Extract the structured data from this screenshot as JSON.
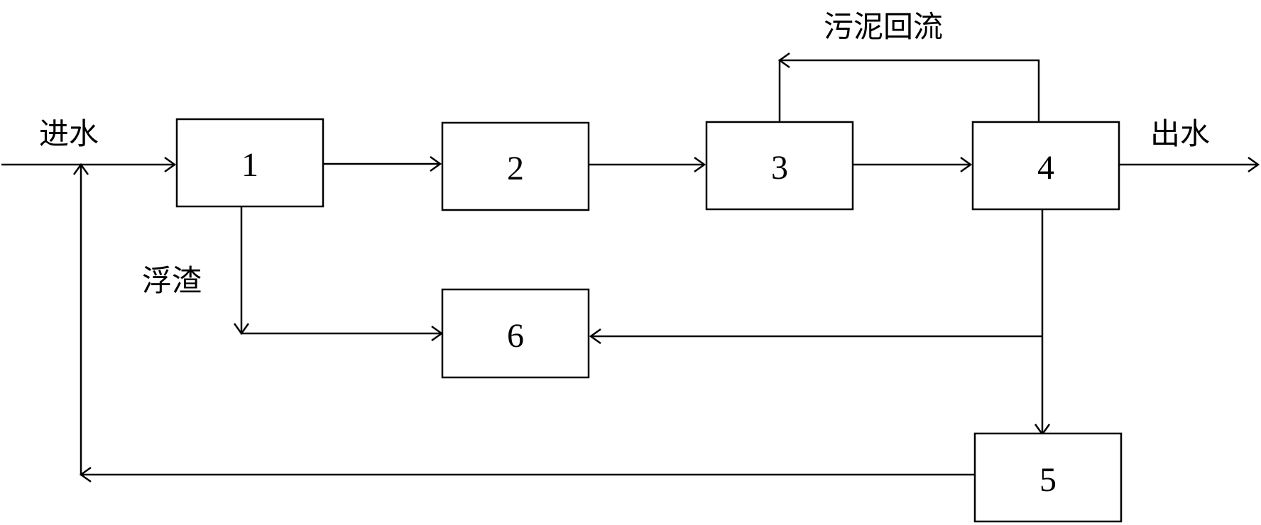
{
  "diagram": {
    "boxes": [
      {
        "id": "b1",
        "label": "1"
      },
      {
        "id": "b2",
        "label": "2"
      },
      {
        "id": "b3",
        "label": "3"
      },
      {
        "id": "b4",
        "label": "4"
      },
      {
        "id": "b5",
        "label": "5"
      },
      {
        "id": "b6",
        "label": "6"
      }
    ],
    "labels": {
      "inlet": "进水",
      "outlet": "出水",
      "scum": "浮渣",
      "sludge_return": "污泥回流"
    },
    "colors": {
      "stroke": "#000000",
      "background": "#ffffff"
    }
  }
}
